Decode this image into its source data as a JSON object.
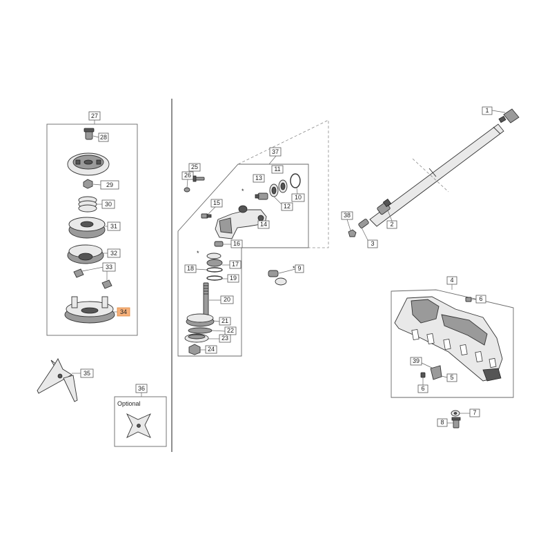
{
  "groups": {
    "head_assembly": "27",
    "gearbox_assembly": "37",
    "guard": "4",
    "optional_blade": "36"
  },
  "optional_label": "Optional",
  "highlighted_part": "34",
  "callouts": {
    "c1": "1",
    "c2": "2",
    "c3": "3",
    "c4": "4",
    "c5": "5",
    "c6a": "6",
    "c6b": "6",
    "c7": "7",
    "c8": "8",
    "c9": "9",
    "c10": "10",
    "c11": "11",
    "c12": "12",
    "c13": "13",
    "c14": "14",
    "c15": "15",
    "c16": "16",
    "c17": "17",
    "c18": "18",
    "c19": "19",
    "c20": "20",
    "c21": "21",
    "c22": "22",
    "c23": "23",
    "c24": "24",
    "c25": "25",
    "c26": "26",
    "c27": "27",
    "c28": "28",
    "c29": "29",
    "c30": "30",
    "c31": "31",
    "c32": "32",
    "c33": "33",
    "c34": "34",
    "c35": "35",
    "c36": "36",
    "c37": "37",
    "c38": "38",
    "c39": "39"
  },
  "asterisk": "*"
}
